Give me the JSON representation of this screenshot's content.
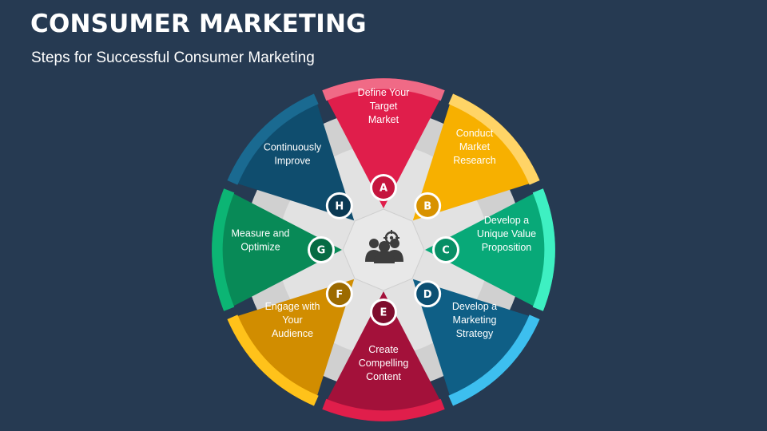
{
  "header": {
    "title": "CONSUMER MARKETING",
    "subtitle": "Steps for Successful Consumer Marketing"
  },
  "center": {
    "icon": "team-target-icon"
  },
  "steps": [
    {
      "id": "a",
      "letter": "A",
      "lines": [
        "Define Your",
        "Target",
        "Market"
      ],
      "color": "#e01e4b",
      "light": "#f06a86",
      "badge": "#c5163e"
    },
    {
      "id": "b",
      "letter": "B",
      "lines": [
        "Conduct",
        "Market",
        "Research"
      ],
      "color": "#f7b000",
      "light": "#ffd466",
      "badge": "#d89200"
    },
    {
      "id": "c",
      "letter": "C",
      "lines": [
        "Develop a",
        "Unique Value",
        "Proposition"
      ],
      "color": "#08a978",
      "light": "#3ef0c2",
      "badge": "#078f66"
    },
    {
      "id": "d",
      "letter": "D",
      "lines": [
        "Develop a",
        "Marketing",
        "Strategy"
      ],
      "color": "#0f5f86",
      "light": "#3dbfef",
      "badge": "#0c4f72"
    },
    {
      "id": "e",
      "letter": "E",
      "lines": [
        "Create",
        "Compelling",
        "Content"
      ],
      "color": "#a3113a",
      "light": "#e01e4b",
      "badge": "#7e0d2d"
    },
    {
      "id": "f",
      "letter": "F",
      "lines": [
        "Engage with",
        "Your",
        "Audience"
      ],
      "color": "#d18d00",
      "light": "#ffc21a",
      "badge": "#9c6a00"
    },
    {
      "id": "g",
      "letter": "G",
      "lines": [
        "Measure and",
        "Optimize"
      ],
      "color": "#088a57",
      "light": "#0cb574",
      "badge": "#066b43"
    },
    {
      "id": "h",
      "letter": "H",
      "lines": [
        "Continuously",
        "Improve"
      ],
      "color": "#0f4d6e",
      "light": "#1a6a91",
      "badge": "#0b3a54"
    }
  ]
}
